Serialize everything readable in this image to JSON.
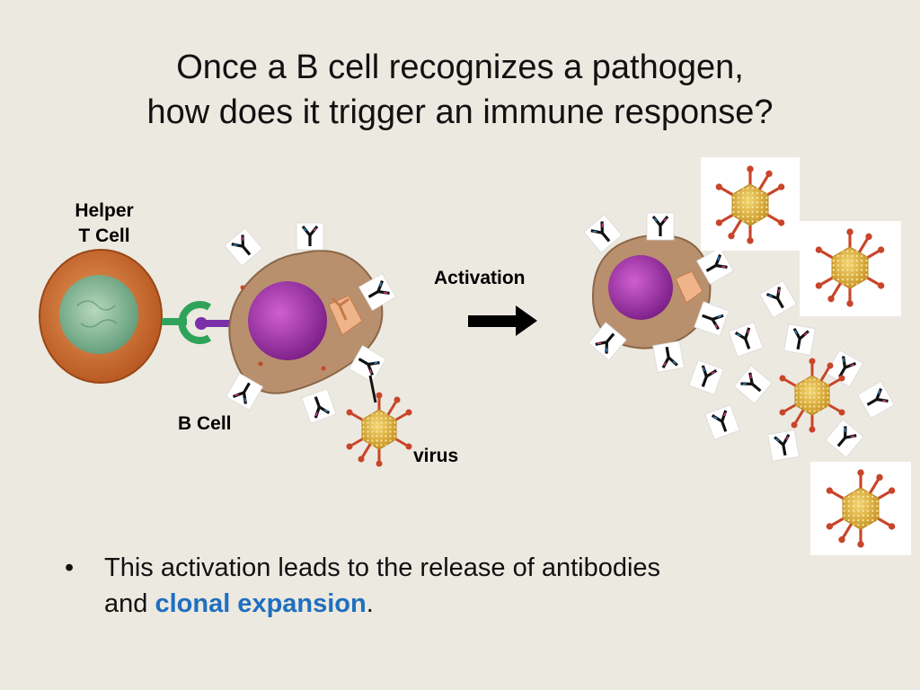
{
  "title": {
    "line1": "Once a B cell recognizes a pathogen,",
    "line2": "how does it trigger an immune response?"
  },
  "labels": {
    "helper_line1": "Helper",
    "helper_line2": "T Cell",
    "activation": "Activation",
    "bcell": "B Cell",
    "virus": "virus"
  },
  "bullet": {
    "marker": "•",
    "line1": "This activation leads to the release of antibodies",
    "line2_prefix": "and ",
    "highlight": "clonal expansion",
    "line2_suffix": "."
  },
  "colors": {
    "background": "#ece9e0",
    "highlight": "#1f6fc0",
    "helper_cell": "#c8642a",
    "helper_nucleus": "#7fb58c",
    "b_cell": "#b9906d",
    "b_nucleus": "#9b2ca0",
    "virus": "#e2b23a",
    "virus_spike": "#c8452a",
    "receptor": "#2fa35a",
    "antigen_stub": "#7a2fa8"
  }
}
